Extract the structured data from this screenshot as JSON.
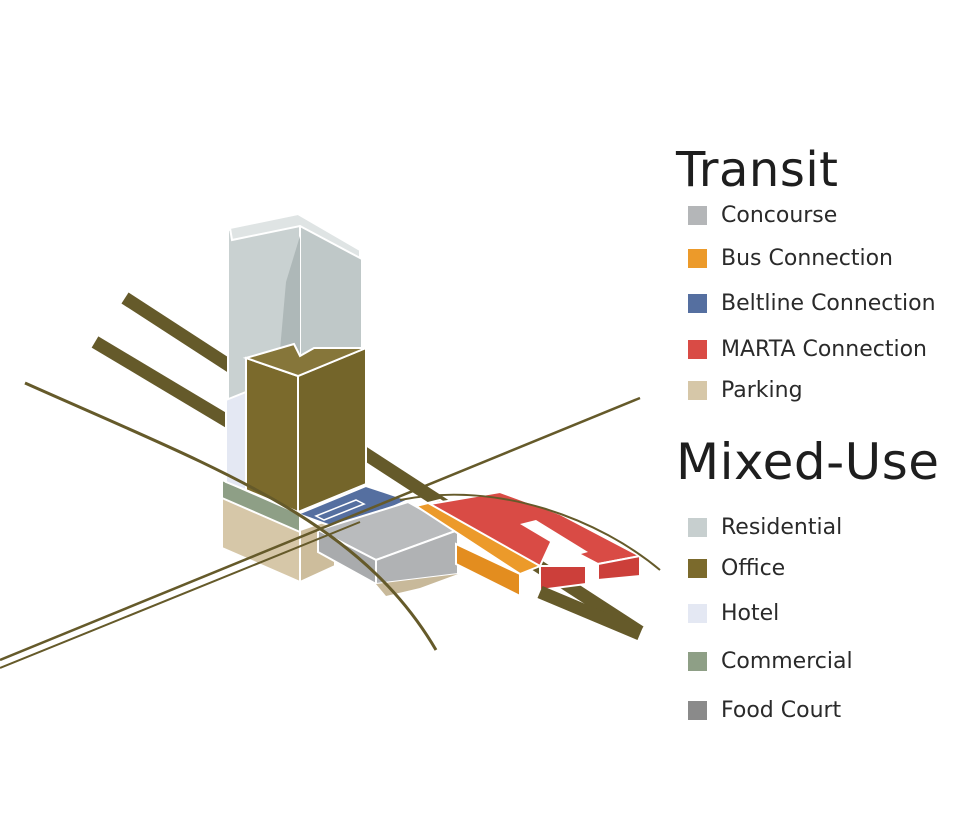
{
  "legend": {
    "transit": {
      "title": "Transit",
      "items": [
        {
          "label": "Concourse",
          "color": "#b4b6b8"
        },
        {
          "label": "Bus Connection",
          "color": "#ec9a2a"
        },
        {
          "label": "Beltline Connection",
          "color": "#556fa0"
        },
        {
          "label": "MARTA Connection",
          "color": "#d94b45"
        },
        {
          "label": "Parking",
          "color": "#d6c7a8"
        }
      ]
    },
    "mixed_use": {
      "title": "Mixed-Use",
      "items": [
        {
          "label": "Residential",
          "color": "#c7cfcf"
        },
        {
          "label": "Office",
          "color": "#7b6a2c"
        },
        {
          "label": "Hotel",
          "color": "#e4e8f3"
        },
        {
          "label": "Commercial",
          "color": "#8e9f86"
        },
        {
          "label": "Food Court",
          "color": "#8a8a8a"
        }
      ]
    }
  },
  "colors": {
    "rail": "#655a2a",
    "outline": "#ffffff"
  }
}
